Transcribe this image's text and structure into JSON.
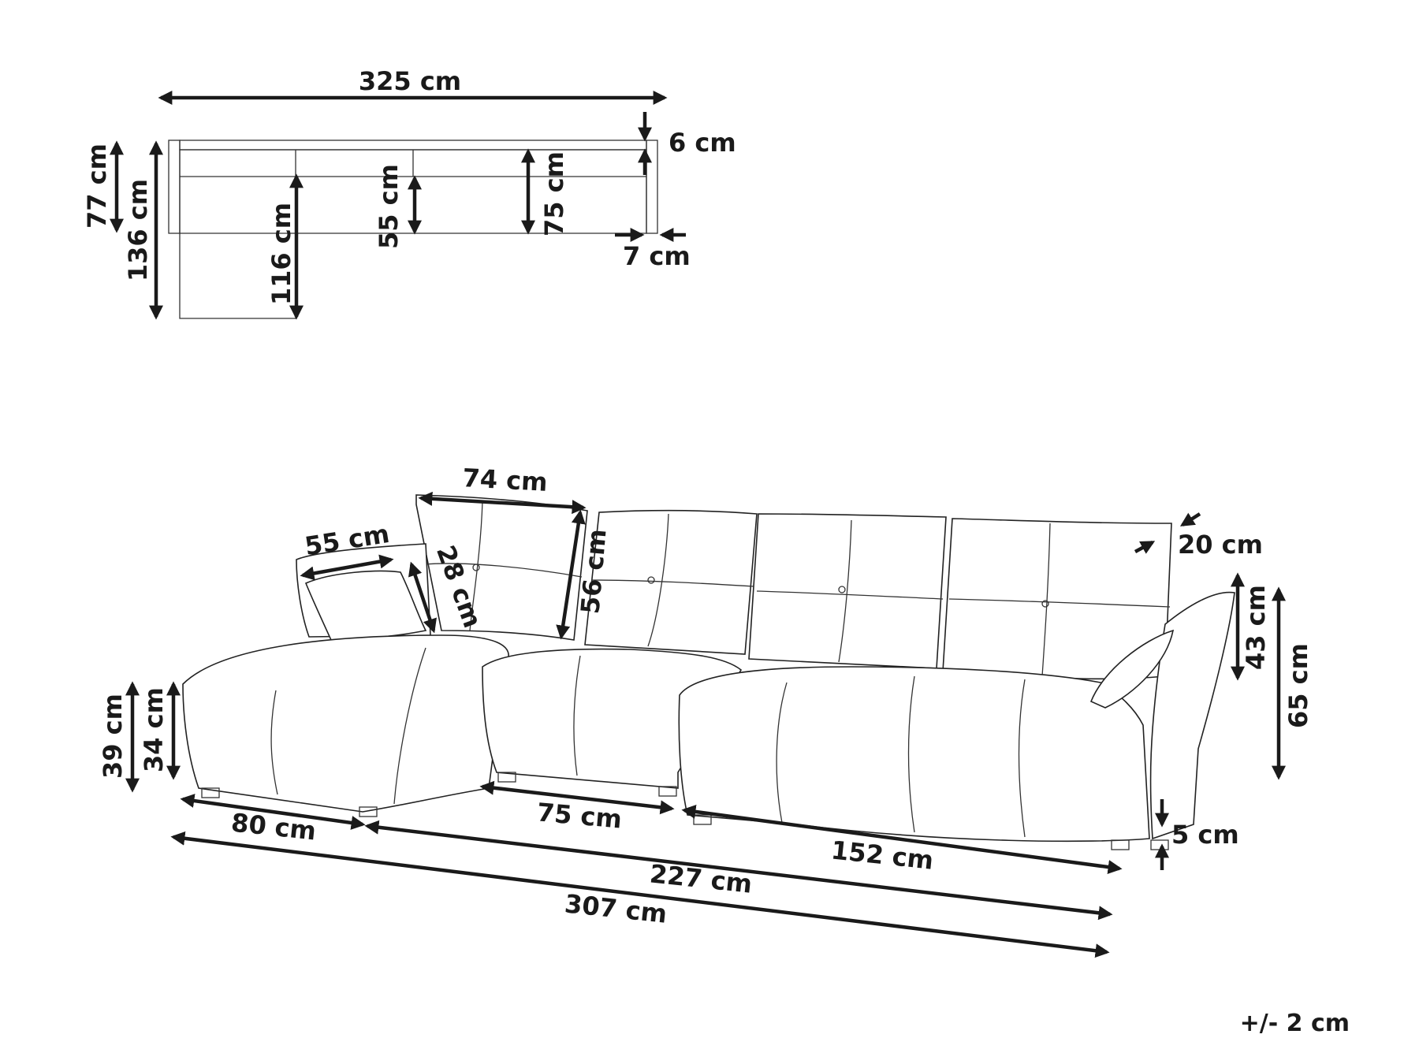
{
  "top_view": {
    "width": "325 cm",
    "back_thickness": "6 cm",
    "arm_width": "7 cm",
    "depth_main": "77 cm",
    "depth_chaise": "136 cm",
    "chaise_seat_depth": "116 cm",
    "seat_depth": "55 cm",
    "seat_depth_with_back": "75 cm"
  },
  "side_view": {
    "back_cushion_width": "74 cm",
    "back_cushion_height": "56 cm",
    "pillow_width": "55 cm",
    "pillow_height": "28 cm",
    "arm_depth": "20 cm",
    "arm_height": "43 cm",
    "total_height": "65 cm",
    "seat_height": "39 cm",
    "cushion_height": "34 cm",
    "leg_height": "5 cm",
    "chaise_width": "80 cm",
    "middle_width": "75 cm",
    "right_width": "152 cm",
    "section_width": "227 cm",
    "total_width": "307 cm"
  },
  "tolerance": "+/- 2 cm"
}
